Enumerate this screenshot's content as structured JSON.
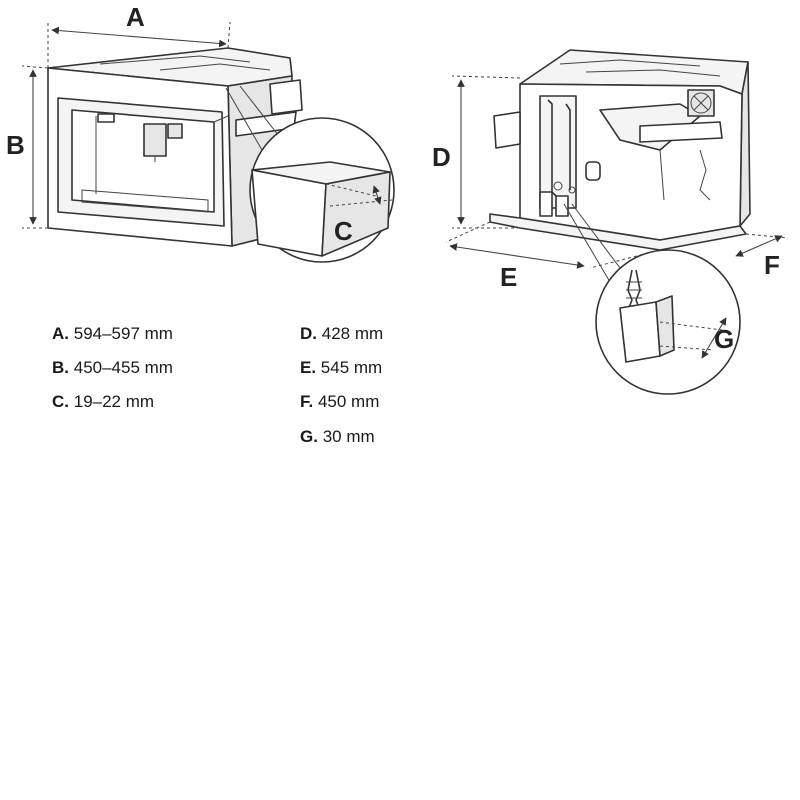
{
  "labels": {
    "A": "A",
    "B": "B",
    "C": "C",
    "D": "D",
    "E": "E",
    "F": "F",
    "G": "G"
  },
  "specs": [
    {
      "key": "A.",
      "value": "594–597 mm"
    },
    {
      "key": "B.",
      "value": "450–455 mm"
    },
    {
      "key": "C.",
      "value": "19–22 mm"
    },
    {
      "key": "D.",
      "value": "428  mm"
    },
    {
      "key": "E.",
      "value": "545  mm"
    },
    {
      "key": "F.",
      "value": "450 mm"
    },
    {
      "key": "G.",
      "value": "30 mm"
    }
  ]
}
